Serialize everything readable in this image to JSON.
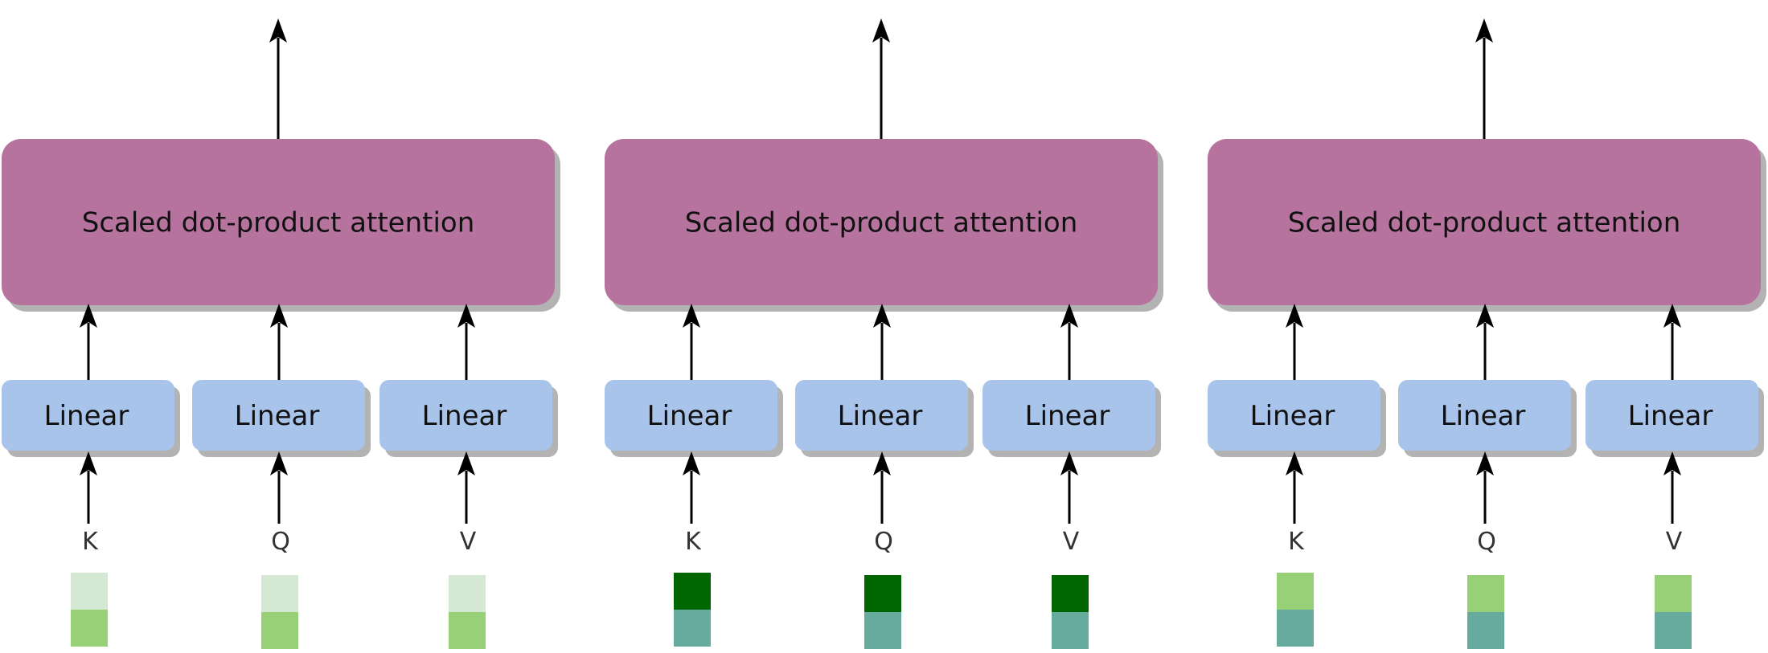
{
  "diagram": {
    "colors": {
      "attention_box": "#B5739D",
      "linear_box": "#A9C4EB",
      "shadow": "#B3B3B3",
      "arrow": "#000000"
    },
    "heads": [
      {
        "attention_label": "Scaled dot-product attention",
        "inputs": [
          {
            "linear_label": "Linear",
            "input_label": "K",
            "top_color": "#D5E8D4",
            "bottom_color": "#97D077"
          },
          {
            "linear_label": "Linear",
            "input_label": "Q",
            "top_color": "#D5E8D4",
            "bottom_color": "#97D077"
          },
          {
            "linear_label": "Linear",
            "input_label": "V",
            "top_color": "#D5E8D4",
            "bottom_color": "#97D077"
          }
        ]
      },
      {
        "attention_label": "Scaled dot-product attention",
        "inputs": [
          {
            "linear_label": "Linear",
            "input_label": "K",
            "top_color": "#006600",
            "bottom_color": "#67AB9F"
          },
          {
            "linear_label": "Linear",
            "input_label": "Q",
            "top_color": "#006600",
            "bottom_color": "#67AB9F"
          },
          {
            "linear_label": "Linear",
            "input_label": "V",
            "top_color": "#006600",
            "bottom_color": "#67AB9F"
          }
        ]
      },
      {
        "attention_label": "Scaled dot-product attention",
        "inputs": [
          {
            "linear_label": "Linear",
            "input_label": "K",
            "top_color": "#97D077",
            "bottom_color": "#67AB9F"
          },
          {
            "linear_label": "Linear",
            "input_label": "Q",
            "top_color": "#97D077",
            "bottom_color": "#67AB9F"
          },
          {
            "linear_label": "Linear",
            "input_label": "V",
            "top_color": "#97D077",
            "bottom_color": "#67AB9F"
          }
        ]
      }
    ]
  }
}
